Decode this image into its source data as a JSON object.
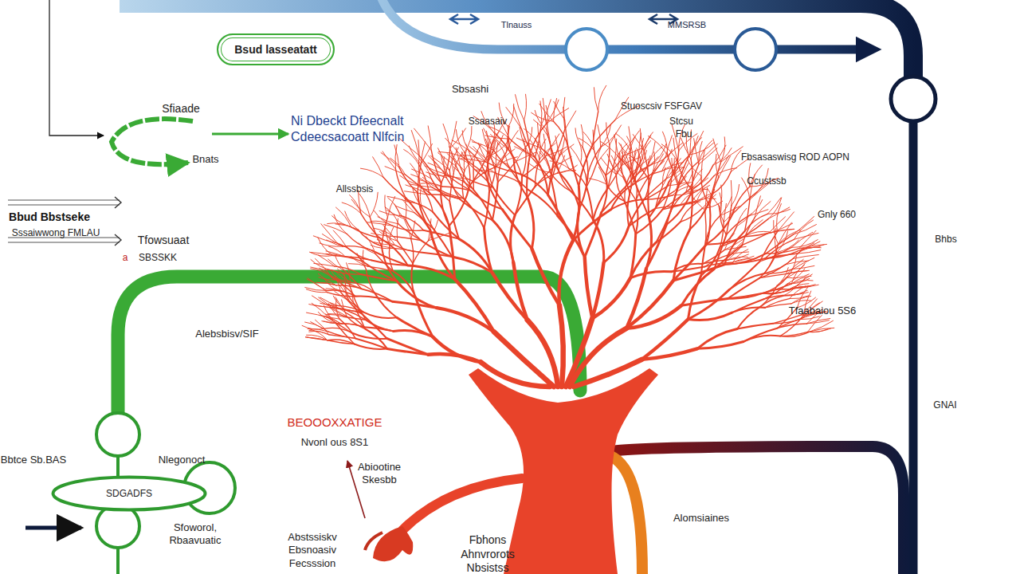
{
  "diagram": {
    "nodes": [
      {
        "text": [
          "Bsud lasseatatt"
        ]
      },
      {
        "text": [
          "SDGADFS"
        ]
      }
    ],
    "labels": [
      "Tlnauss",
      "MMSRSB",
      "Sfiaade",
      "Bnats",
      "Ni Dbeckt Dfeecnalt Cdeecsacoatt Nlfcin",
      "Sbsashi",
      "Stuoscsiv FSFGAV",
      "Ssaasaiv",
      "Stcsu",
      "Fbu",
      "Fbsasaswisg ROD AOPN",
      "Ccustssb",
      "Allssbsis",
      "Gnly 660",
      "Bbud Bbstseke",
      "Sssaiwwong FMLAU",
      "Tfowsuaat",
      "a",
      "SBSSKK",
      "Bhbs",
      "Tfaabaiou 5S6",
      "Alebsbisv/SIF",
      "GNAI",
      "BEOOOXXATIGE",
      "Nvonl ous 8S1",
      "Abiootine Skesbb",
      "Bbtce Sb.BAS",
      "Nlegonoct",
      "Sfoworol, Rbaavuatic",
      "Alomsiaines",
      "Abstssiskv Ebsnoasiv Fecsssion",
      "Fbhons Ahnvrorots Nbsistss"
    ]
  }
}
